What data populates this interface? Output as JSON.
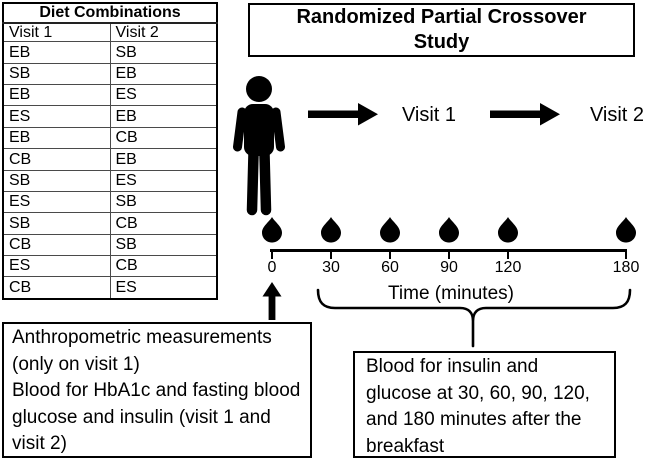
{
  "colors": {
    "ink": "#000000",
    "paper": "#ffffff"
  },
  "header": {
    "title": "Randomized Partial Crossover Study"
  },
  "diet_table": {
    "title": "Diet Combinations",
    "columns": [
      "Visit 1",
      "Visit 2"
    ],
    "rows": [
      [
        "EB",
        "SB"
      ],
      [
        "SB",
        "EB"
      ],
      [
        "EB",
        "ES"
      ],
      [
        "ES",
        "EB"
      ],
      [
        "EB",
        "CB"
      ],
      [
        "CB",
        "EB"
      ],
      [
        "SB",
        "ES"
      ],
      [
        "ES",
        "SB"
      ],
      [
        "SB",
        "CB"
      ],
      [
        "CB",
        "SB"
      ],
      [
        "ES",
        "CB"
      ],
      [
        "CB",
        "ES"
      ]
    ]
  },
  "flow": {
    "person_icon": "person-icon",
    "arrow_icon": "right-arrow-icon",
    "visit1_label": "Visit 1",
    "visit2_label": "Visit 2"
  },
  "timeline": {
    "drop_icon": "blood-drop-icon",
    "tick_labels": [
      "0",
      "30",
      "60",
      "90",
      "120",
      "180"
    ],
    "axis_label": "Time (minutes)"
  },
  "notes": {
    "baseline_line1": "Anthropometric measurements (only on visit 1)",
    "baseline_line2": "Blood for HbA1c and fasting blood glucose and insulin (visit 1 and visit 2)",
    "postprandial": "Blood for insulin and glucose at 30, 60, 90, 120, and 180 minutes after the breakfast"
  }
}
